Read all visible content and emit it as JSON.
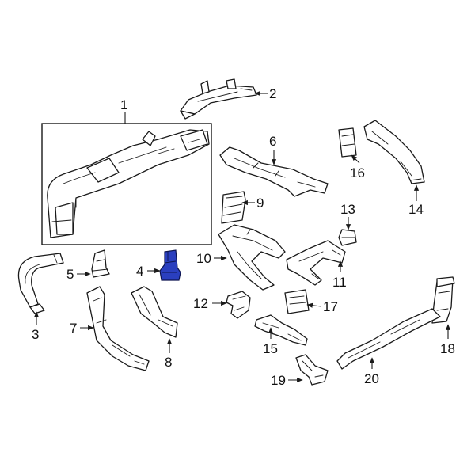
{
  "callouts": {
    "c1": "1",
    "c2": "2",
    "c3": "3",
    "c4": "4",
    "c5": "5",
    "c6": "6",
    "c7": "7",
    "c8": "8",
    "c9": "9",
    "c10": "10",
    "c11": "11",
    "c12": "12",
    "c13": "13",
    "c14": "14",
    "c15": "15",
    "c16": "16",
    "c17": "17",
    "c18": "18",
    "c19": "19",
    "c20": "20"
  },
  "highlighted_part": "4",
  "colors": {
    "highlight": "#2a3fbf",
    "line": "#1a1a1a",
    "background": "#ffffff"
  }
}
